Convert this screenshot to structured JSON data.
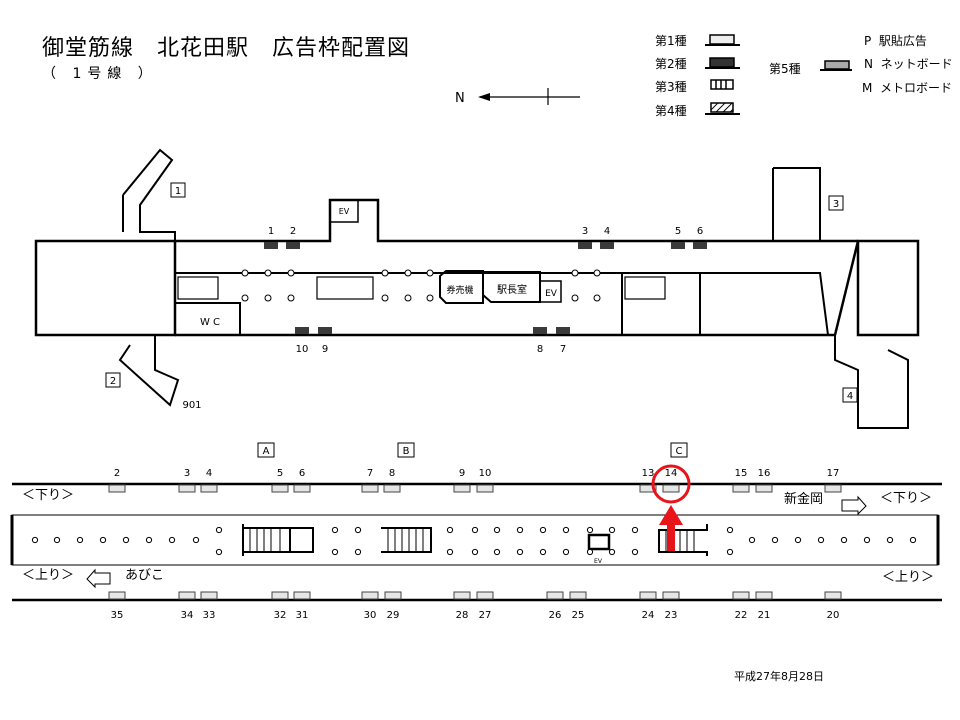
{
  "header": {
    "title": "御堂筋線　北花田駅　広告枠配置図",
    "subtitle": "（ 1号線 ）",
    "north_label": "N"
  },
  "legend": {
    "types": [
      {
        "label": "第1種",
        "style": "light"
      },
      {
        "label": "第2種",
        "style": "dark"
      },
      {
        "label": "第3種",
        "style": "striped"
      },
      {
        "label": "第4種",
        "style": "hatched"
      },
      {
        "label": "第5種",
        "style": "gray"
      }
    ],
    "codes": [
      {
        "code": "P",
        "label": "駅貼広告"
      },
      {
        "code": "N",
        "label": "ネットボード"
      },
      {
        "code": "M",
        "label": "メトロボード"
      }
    ]
  },
  "concourse": {
    "exits": [
      "1",
      "2",
      "3",
      "4"
    ],
    "rooms": {
      "ev": "EV",
      "ticket": "券売機",
      "office": "駅長室",
      "wc": "W C"
    },
    "exit2_code": "901",
    "boards_top": [
      "1",
      "2",
      "3",
      "4",
      "5",
      "6"
    ],
    "boards_bottom": [
      "10",
      "9",
      "8",
      "7"
    ]
  },
  "platform": {
    "sections": [
      "A",
      "B",
      "C"
    ],
    "top_boards": [
      "2",
      "3",
      "4",
      "5",
      "6",
      "7",
      "8",
      "9",
      "10",
      "13",
      "14",
      "15",
      "16",
      "17"
    ],
    "bottom_boards": [
      "35",
      "34",
      "33",
      "32",
      "31",
      "30",
      "29",
      "28",
      "27",
      "26",
      "25",
      "24",
      "23",
      "22",
      "21",
      "20"
    ],
    "down_label": "＜下り＞",
    "up_label": "＜上り＞",
    "dest_down": "新金岡",
    "dest_up": "あびこ",
    "ev": "EV",
    "highlight_board": "14",
    "highlight_color": "#e8141b"
  },
  "footer": {
    "date": "平成27年8月28日"
  },
  "colors": {
    "light": "#e6e6e6",
    "dark": "#3a3a3a",
    "gray": "#b0b0b0"
  }
}
